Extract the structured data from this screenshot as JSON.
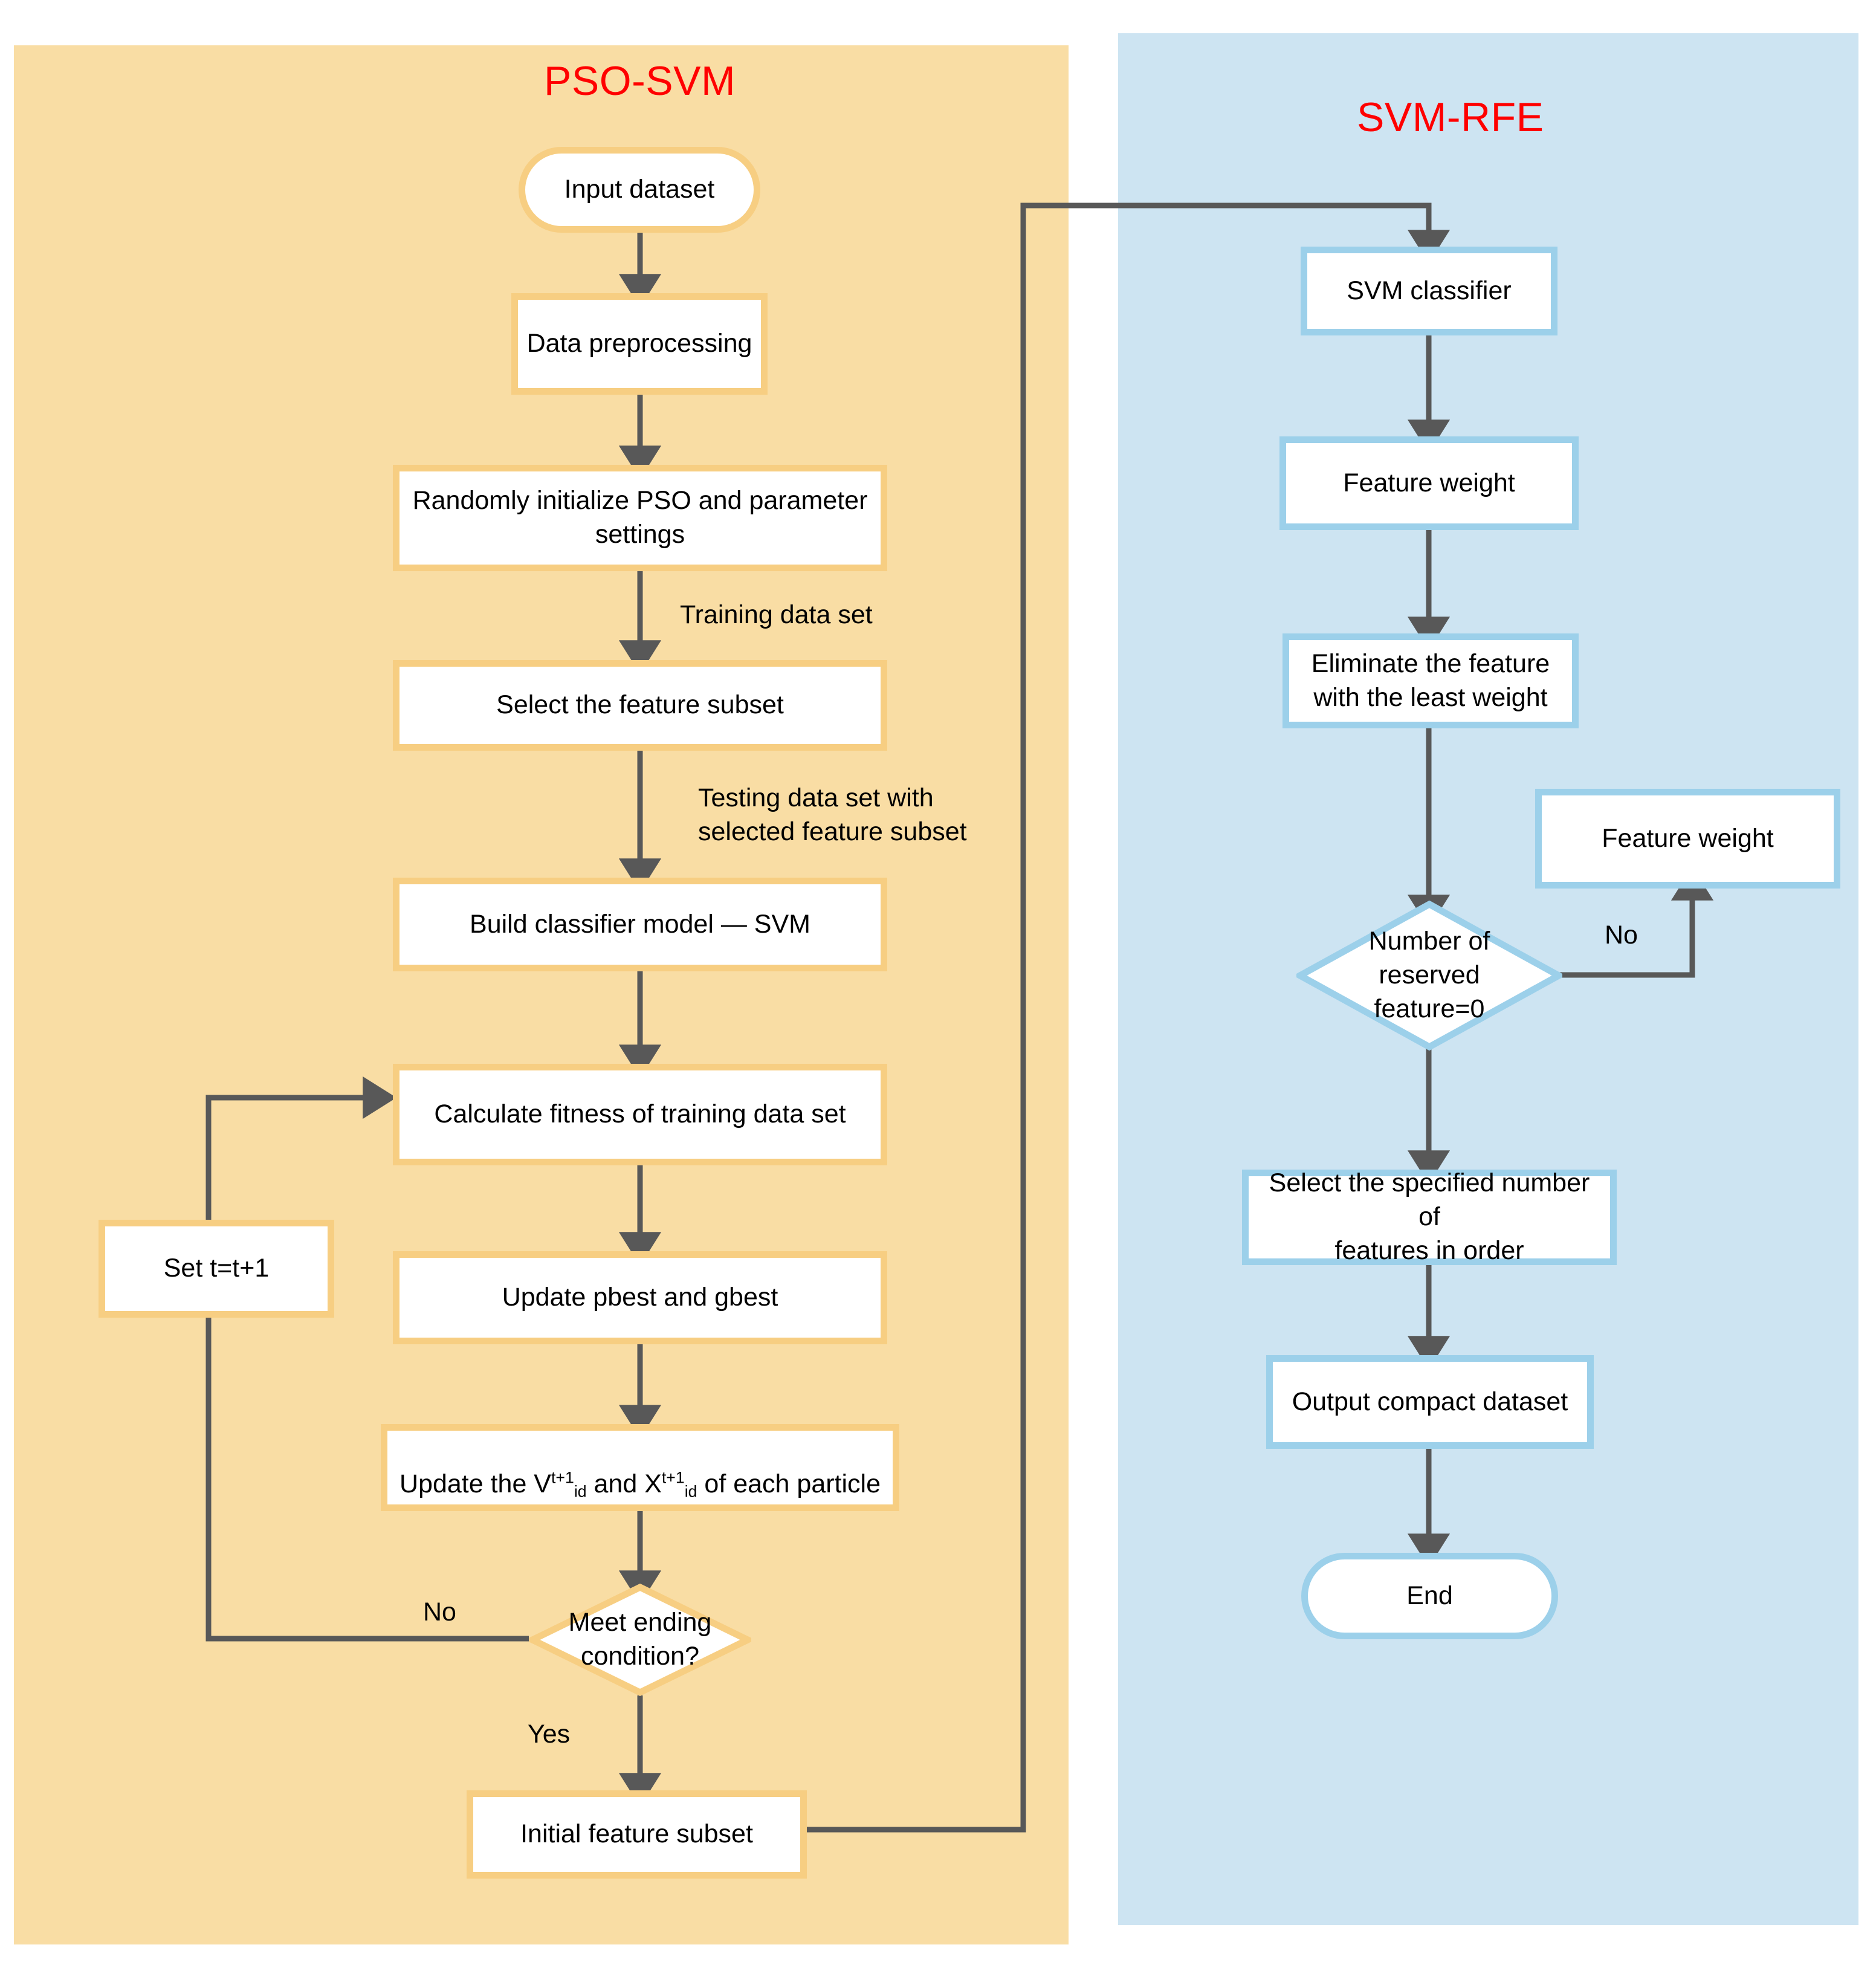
{
  "figure": {
    "type": "flowchart",
    "panels": [
      {
        "id": "pso",
        "title": "PSO-SVM",
        "title_color": "#FF0000",
        "bg_color": "#F9DDA4",
        "node_border_color": "#F7CE82"
      },
      {
        "id": "rfe",
        "title": "SVM-RFE",
        "title_color": "#FF0000",
        "bg_color": "#CDE4F2",
        "node_border_color": "#9CD0EA"
      }
    ],
    "arrow_color": "#585858"
  },
  "pso": {
    "nodes": {
      "input_dataset": "Input dataset",
      "data_preprocessing": "Data preprocessing",
      "init_pso": "Randomly initialize PSO and parameter settings",
      "select_subset": "Select the feature subset",
      "build_classifier": "Build classifier model — SVM",
      "calc_fitness": "Calculate fitness of training data set",
      "update_best": "Update pbest and gbest",
      "update_vx_prefix": "Update the V",
      "update_vx_sup1": "t+1",
      "update_vx_sub1": "id",
      "update_vx_mid": " and X",
      "update_vx_sup2": "t+1",
      "update_vx_sub2": "id",
      "update_vx_suffix": " of each particle",
      "update_vx_plain": "Update the V t+1 id and X t+1 id of each particle",
      "meet_condition": "Meet ending\ncondition?",
      "set_t": "Set t=t+1",
      "initial_subset": "Initial feature subset"
    },
    "edge_labels": {
      "training_data_set": "Training data set",
      "testing_data_set": "Testing data set with\nselected feature subset",
      "no": "No",
      "yes": "Yes"
    }
  },
  "rfe": {
    "nodes": {
      "svm_classifier": "SVM classifier",
      "feature_weight_main": "Feature weight",
      "eliminate_feature": "Eliminate the feature\nwith the least weight",
      "reserved_zero": "Number of\nreserved\nfeature=0",
      "feature_weight_loop": "Feature weight",
      "select_specified": "Select the specified number of\nfeatures in order",
      "output_compact": "Output compact dataset",
      "end": "End"
    },
    "edge_labels": {
      "no": "No"
    }
  }
}
